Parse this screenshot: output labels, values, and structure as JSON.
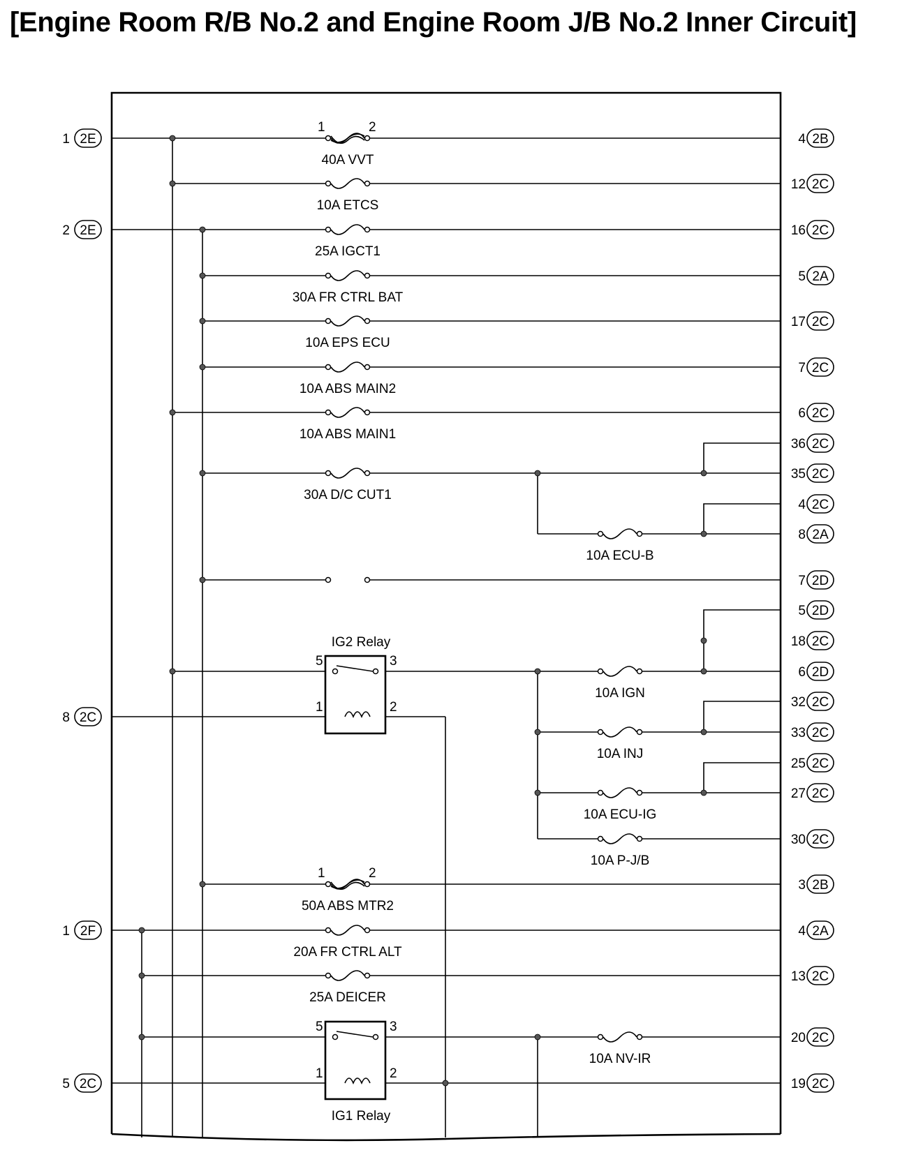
{
  "title": "[Engine Room R/B No.2 and Engine Room J/B No.2 Inner Circuit]",
  "colors": {
    "line": "#000000",
    "background": "#ffffff",
    "junction": "#555555"
  },
  "left_connectors": [
    {
      "id": "L1",
      "pin": "1",
      "conn": "2E"
    },
    {
      "id": "L2",
      "pin": "2",
      "conn": "2E"
    },
    {
      "id": "L8",
      "pin": "8",
      "conn": "2C"
    },
    {
      "id": "L1F",
      "pin": "1",
      "conn": "2F"
    },
    {
      "id": "L5",
      "pin": "5",
      "conn": "2C"
    }
  ],
  "right_connectors": [
    {
      "pin": "4",
      "conn": "2B"
    },
    {
      "pin": "12",
      "conn": "2C"
    },
    {
      "pin": "16",
      "conn": "2C"
    },
    {
      "pin": "5",
      "conn": "2A"
    },
    {
      "pin": "17",
      "conn": "2C"
    },
    {
      "pin": "7",
      "conn": "2C"
    },
    {
      "pin": "6",
      "conn": "2C"
    },
    {
      "pin": "36",
      "conn": "2C"
    },
    {
      "pin": "35",
      "conn": "2C"
    },
    {
      "pin": "4",
      "conn": "2C"
    },
    {
      "pin": "8",
      "conn": "2A"
    },
    {
      "pin": "7",
      "conn": "2D"
    },
    {
      "pin": "5",
      "conn": "2D"
    },
    {
      "pin": "18",
      "conn": "2C"
    },
    {
      "pin": "6",
      "conn": "2D"
    },
    {
      "pin": "32",
      "conn": "2C"
    },
    {
      "pin": "33",
      "conn": "2C"
    },
    {
      "pin": "25",
      "conn": "2C"
    },
    {
      "pin": "27",
      "conn": "2C"
    },
    {
      "pin": "30",
      "conn": "2C"
    },
    {
      "pin": "3",
      "conn": "2B"
    },
    {
      "pin": "4",
      "conn": "2A"
    },
    {
      "pin": "13",
      "conn": "2C"
    },
    {
      "pin": "20",
      "conn": "2C"
    },
    {
      "pin": "19",
      "conn": "2C"
    }
  ],
  "fuses": [
    {
      "label": "40A VVT",
      "pin_a": "1",
      "pin_b": "2",
      "fusible_link": true
    },
    {
      "label": "10A ETCS"
    },
    {
      "label": "25A IGCT1"
    },
    {
      "label": "30A FR CTRL BAT"
    },
    {
      "label": "10A EPS ECU"
    },
    {
      "label": "10A ABS MAIN2"
    },
    {
      "label": "10A ABS MAIN1"
    },
    {
      "label": "30A D/C CUT1"
    },
    {
      "label": "10A ECU-B"
    },
    {
      "label": "10A IGN"
    },
    {
      "label": "10A INJ"
    },
    {
      "label": "10A ECU-IG"
    },
    {
      "label": "10A P-J/B"
    },
    {
      "label": "50A ABS MTR2",
      "pin_a": "1",
      "pin_b": "2",
      "fusible_link": true
    },
    {
      "label": "20A FR CTRL ALT"
    },
    {
      "label": "25A DEICER"
    },
    {
      "label": "10A NV-IR"
    }
  ],
  "relays": [
    {
      "label": "IG2 Relay",
      "pins": [
        "5",
        "3",
        "1",
        "2"
      ]
    },
    {
      "label": "IG1 Relay",
      "pins": [
        "5",
        "3",
        "1",
        "2"
      ]
    }
  ]
}
